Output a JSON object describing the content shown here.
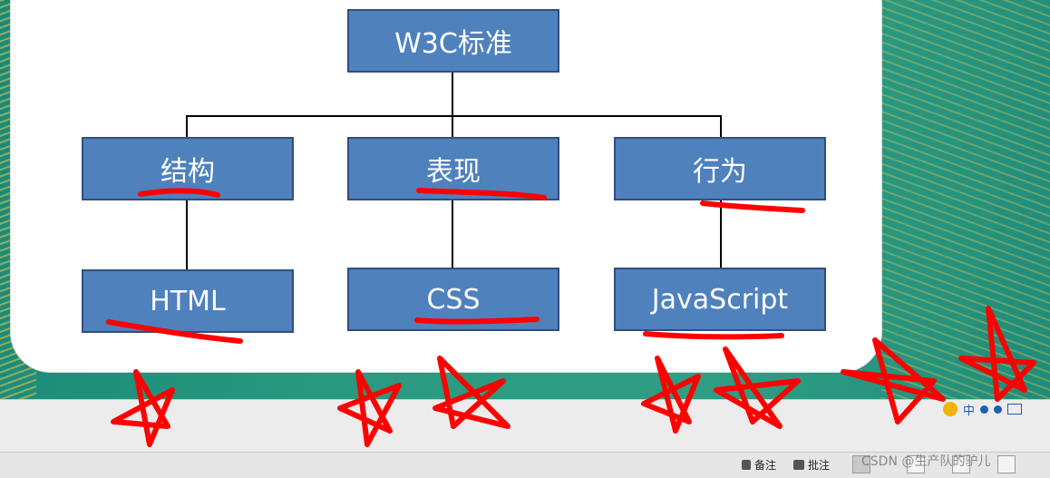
{
  "chart": {
    "root": "W3C标准",
    "columns": [
      {
        "category": "结构",
        "technology": "HTML"
      },
      {
        "category": "表现",
        "technology": "CSS"
      },
      {
        "category": "行为",
        "technology": "JavaScript"
      }
    ]
  },
  "status_bar": {
    "notes_label": "备注",
    "comments_label": "批注"
  },
  "ime": {
    "mode": "中"
  },
  "watermark": "CSDN @生产队的驴儿",
  "colors": {
    "box_fill": "#4f81bd",
    "box_border": "#2f4f7f",
    "annotation": "#ff0000",
    "slide_frame": "#2a9a80"
  }
}
